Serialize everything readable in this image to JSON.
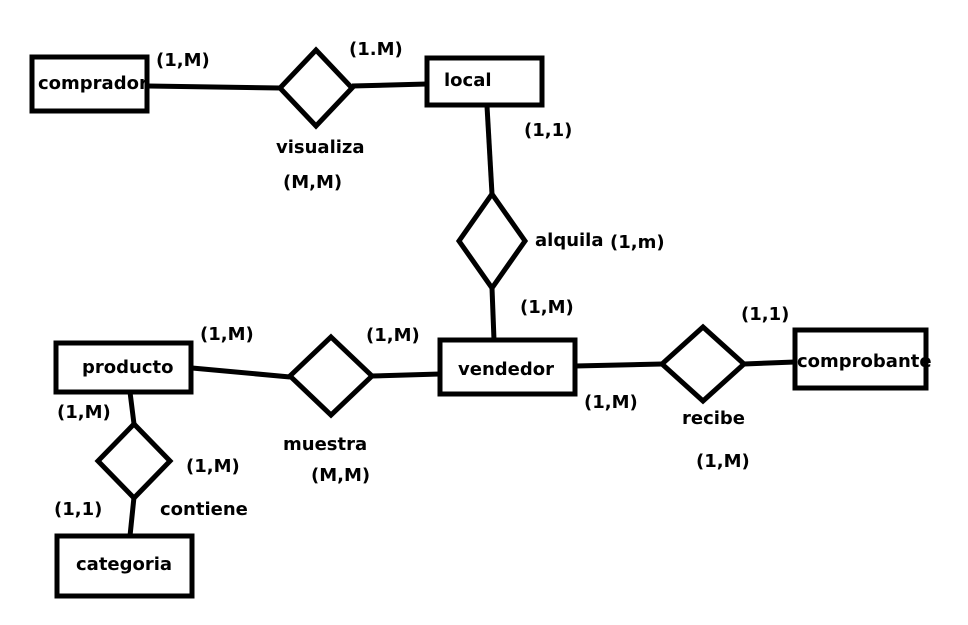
{
  "diagram": {
    "entities": {
      "comprador": "comprador",
      "local": "local",
      "vendedor": "vendedor",
      "producto": "producto",
      "categoria": "categoria",
      "comprobante": "comprobante"
    },
    "relationships": {
      "visualiza": "visualiza",
      "alquila": "alquila",
      "muestra": "muestra",
      "recibe": "recibe",
      "contiene": "contiene"
    },
    "cardinalities": {
      "comprador_visualiza": "(1,M)",
      "local_visualiza": "(1.M)",
      "visualiza_ratio": "(M,M)",
      "local_alquila": "(1,1)",
      "alquila_ratio": "(1,m)",
      "vendedor_alquila": "(1,M)",
      "producto_muestra": "(1,M)",
      "vendedor_muestra": "(1,M)",
      "muestra_ratio": "(M,M)",
      "vendedor_recibe": "(1,M)",
      "comprobante_recibe": "(1,1)",
      "recibe_ratio": "(1,M)",
      "producto_contiene": "(1,M)",
      "categoria_contiene": "(1,1)",
      "contiene_ratio": "(1,M)"
    }
  }
}
